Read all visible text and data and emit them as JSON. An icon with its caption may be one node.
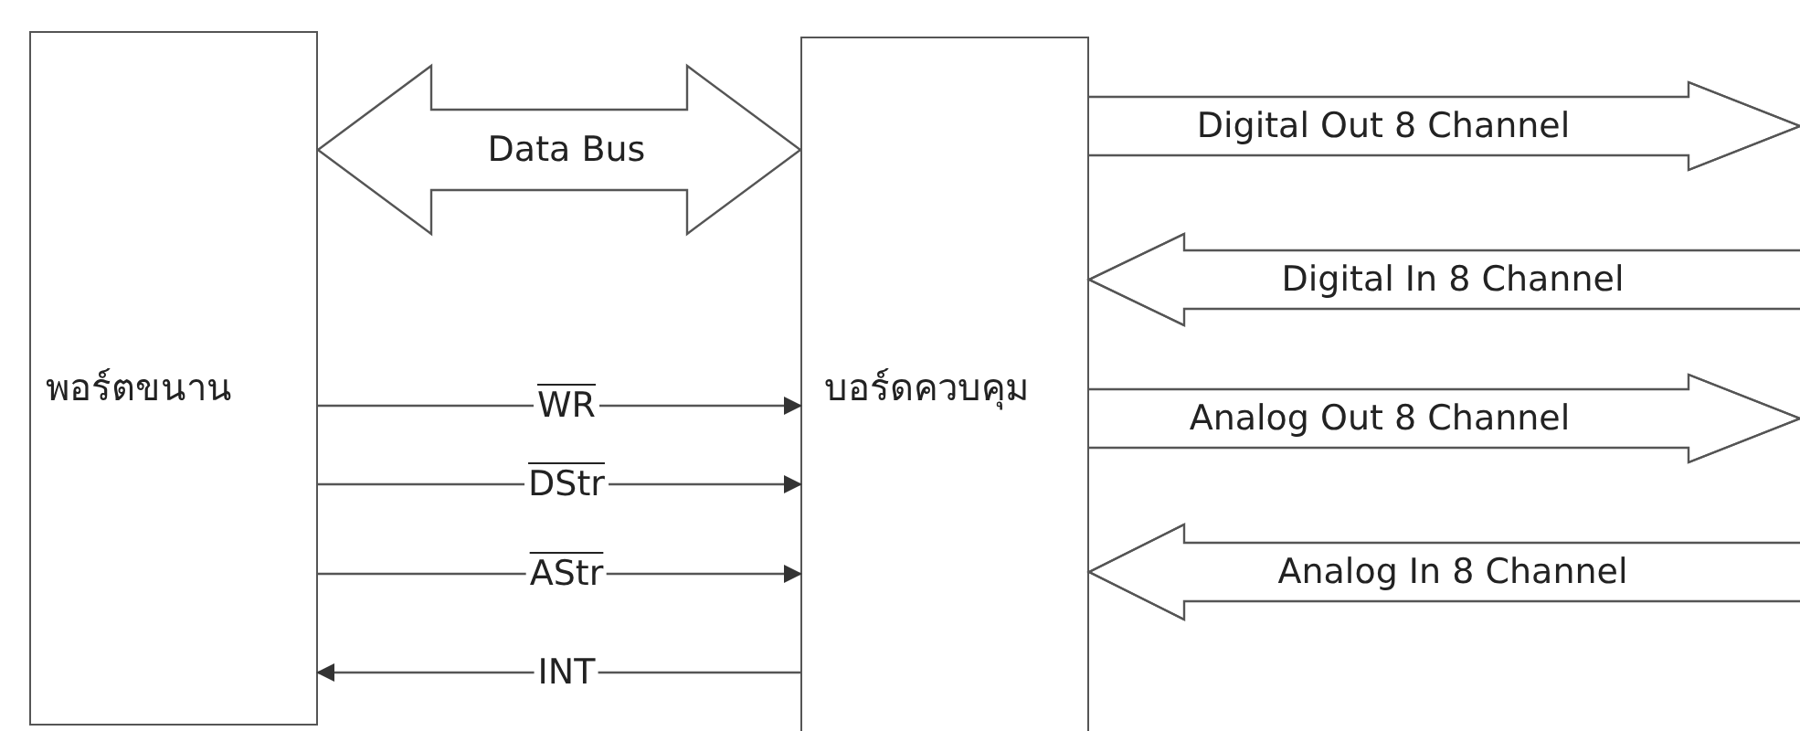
{
  "diagram": {
    "nodes": [
      {
        "text": [
          "พอร์ตขนาน"
        ]
      },
      {
        "text": [
          "บอร์ดควบคุม"
        ]
      }
    ],
    "edges": [
      {
        "from": 0,
        "to": 1,
        "arrow": "both",
        "label": "Data Bus"
      },
      {
        "from": 0,
        "to": 1,
        "arrow": "to",
        "label": "WR"
      },
      {
        "from": 0,
        "to": 1,
        "arrow": "to",
        "label": "DStr"
      },
      {
        "from": 0,
        "to": 1,
        "arrow": "to",
        "label": "AStr"
      },
      {
        "from": 1,
        "to": 0,
        "arrow": "to",
        "label": "INT"
      },
      {
        "from": 1,
        "to": null,
        "arrow": "to",
        "label": "Digital Out 8 Channel"
      },
      {
        "from": null,
        "to": 1,
        "arrow": "to",
        "label": "Digital In 8 Channel"
      },
      {
        "from": 1,
        "to": null,
        "arrow": "to",
        "label": "Analog Out 8 Channel"
      },
      {
        "from": null,
        "to": 1,
        "arrow": "to",
        "label": "Analog In 8 Channel"
      }
    ]
  }
}
